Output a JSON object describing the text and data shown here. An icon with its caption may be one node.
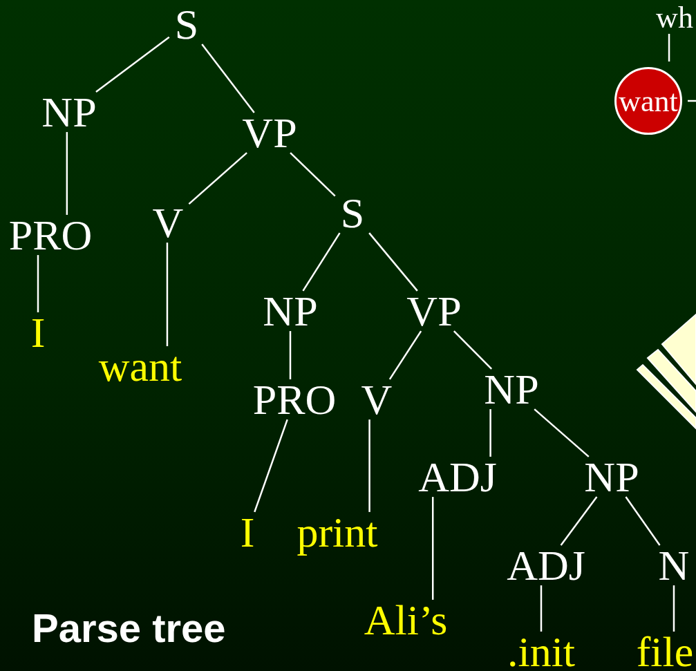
{
  "diagram": {
    "title": "Parse tree",
    "nodes": [
      {
        "text": [
          "S"
        ]
      },
      {
        "text": [
          "NP"
        ]
      },
      {
        "text": [
          "VP"
        ]
      },
      {
        "text": [
          "PRO"
        ]
      },
      {
        "text": [
          "V"
        ]
      },
      {
        "text": [
          "S"
        ]
      },
      {
        "text": [
          "I"
        ]
      },
      {
        "text": [
          "want"
        ]
      },
      {
        "text": [
          "NP"
        ]
      },
      {
        "text": [
          "VP"
        ]
      },
      {
        "text": [
          "PRO"
        ]
      },
      {
        "text": [
          "V"
        ]
      },
      {
        "text": [
          "NP"
        ]
      },
      {
        "text": [
          "I"
        ]
      },
      {
        "text": [
          "print"
        ]
      },
      {
        "text": [
          "ADJ"
        ]
      },
      {
        "text": [
          "NP"
        ]
      },
      {
        "text": [
          "Ali’s"
        ]
      },
      {
        "text": [
          "ADJ"
        ]
      },
      {
        "text": [
          "N"
        ]
      },
      {
        "text": [
          ".init"
        ]
      },
      {
        "text": [
          "file"
        ]
      },
      {
        "text": [
          "wh"
        ]
      },
      {
        "text": [
          "want"
        ]
      }
    ],
    "edges": [
      {
        "from": 0,
        "to": 1,
        "arrow": "none"
      },
      {
        "from": 0,
        "to": 2,
        "arrow": "none"
      },
      {
        "from": 1,
        "to": 3,
        "arrow": "none"
      },
      {
        "from": 2,
        "to": 4,
        "arrow": "none"
      },
      {
        "from": 2,
        "to": 5,
        "arrow": "none"
      },
      {
        "from": 3,
        "to": 6,
        "arrow": "none"
      },
      {
        "from": 4,
        "to": 7,
        "arrow": "none"
      },
      {
        "from": 5,
        "to": 8,
        "arrow": "none"
      },
      {
        "from": 5,
        "to": 9,
        "arrow": "none"
      },
      {
        "from": 8,
        "to": 10,
        "arrow": "none"
      },
      {
        "from": 9,
        "to": 11,
        "arrow": "none"
      },
      {
        "from": 9,
        "to": 12,
        "arrow": "none"
      },
      {
        "from": 10,
        "to": 13,
        "arrow": "none"
      },
      {
        "from": 11,
        "to": 14,
        "arrow": "none"
      },
      {
        "from": 12,
        "to": 15,
        "arrow": "none"
      },
      {
        "from": 12,
        "to": 16,
        "arrow": "none"
      },
      {
        "from": 15,
        "to": 17,
        "arrow": "none"
      },
      {
        "from": 16,
        "to": 18,
        "arrow": "none"
      },
      {
        "from": 16,
        "to": 19,
        "arrow": "none"
      },
      {
        "from": 18,
        "to": 20,
        "arrow": "none"
      },
      {
        "from": 19,
        "to": 21,
        "arrow": "none"
      },
      {
        "from": 22,
        "to": 23,
        "arrow": "none"
      },
      {
        "from": 23,
        "to": null,
        "arrow": "none"
      }
    ]
  }
}
